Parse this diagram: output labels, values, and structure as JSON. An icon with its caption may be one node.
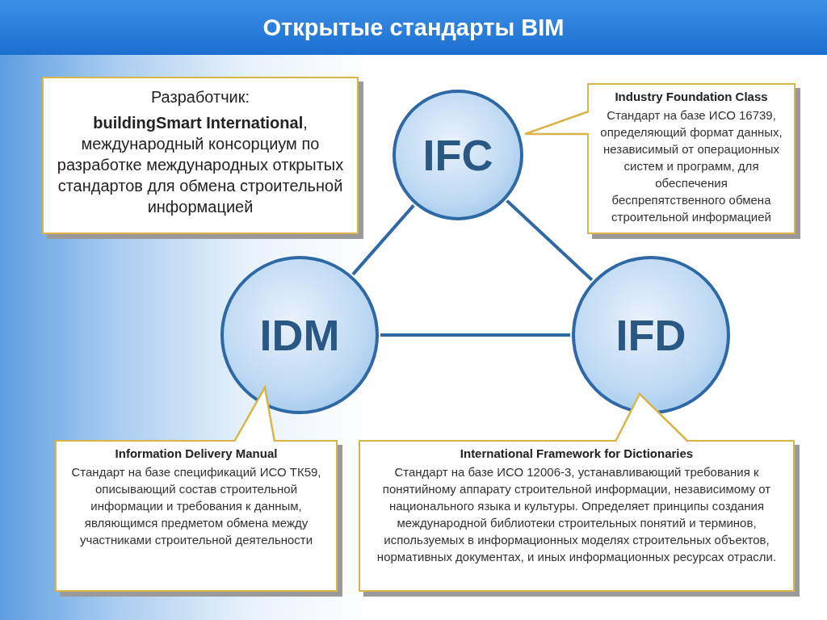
{
  "diagram": {
    "title": "Открытые стандарты BIM",
    "nodes": [
      {
        "text": [
          "Разработчик:",
          "**buildingSmart International**, международный консорциум по разработке международных открытых стандартов для обмена строительной информацией"
        ]
      },
      {
        "text": [
          "IFC"
        ]
      },
      {
        "text": [
          "IDM"
        ]
      },
      {
        "text": [
          "IFD"
        ]
      },
      {
        "text": [
          "Industry Foundation Class",
          "Стандарт на базе ИСО 16739, определяющий формат данных, независимый от операционных систем и программ, для обеспечения беспрепятственного обмена строительной информацией"
        ]
      },
      {
        "text": [
          "Information Delivery Manual",
          "Стандарт на базе спецификаций ИСО ТК59, описывающий состав строительной информации и требования к данным, являющимся предметом обмена между участниками строительной деятельности"
        ]
      },
      {
        "text": [
          "International Framework for Dictionaries",
          "Стандарт на базе ИСО 12006-3, устанавливающий требования к понятийному аппарату строительной информации, независимому от национального языка и культуры. Определяет принципы создания международной библиотеки строительных понятий и терминов, используемых в информационных моделях строительных объектов, нормативных документах, и иных информационных ресурсах отрасли."
        ]
      }
    ],
    "edges": [
      {
        "from": 1,
        "to": 2,
        "arrow": "none"
      },
      {
        "from": 1,
        "to": 3,
        "arrow": "none"
      },
      {
        "from": 2,
        "to": 3,
        "arrow": "none"
      },
      {
        "from": 4,
        "to": 1,
        "arrow": "none",
        "color": "#d9b44a"
      },
      {
        "from": 5,
        "to": 2,
        "arrow": "none",
        "color": "#d9b44a"
      },
      {
        "from": 6,
        "to": 3,
        "arrow": "none",
        "color": "#d9b44a"
      }
    ]
  }
}
